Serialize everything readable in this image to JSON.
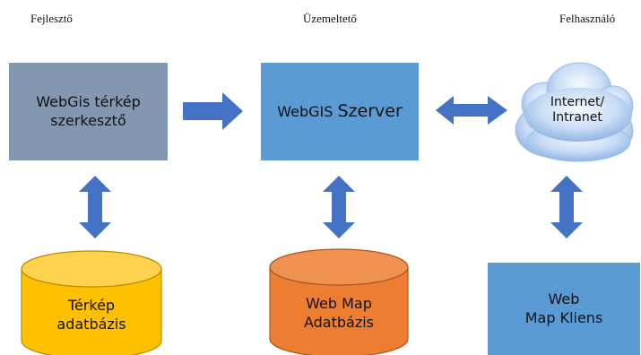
{
  "roles": {
    "developer": "Fejlesztő",
    "operator": "Üzemeltető",
    "user": "Felhasználó"
  },
  "nodes": {
    "editor": {
      "line1": "WebGis térkép",
      "line2": "szerkesztő",
      "color": "#8497b0"
    },
    "server": {
      "part1": "WebGIS",
      "part2": "Szerver",
      "color": "#5b9bd5"
    },
    "cloud": {
      "line1": "Internet/",
      "line2": "Intranet",
      "color": "#a9c8ee"
    },
    "map_db": {
      "line1": "Térkép",
      "line2": "adatbázis",
      "color": "#ffc000"
    },
    "webmap_db": {
      "line1": "Web Map",
      "line2": "Adatbázis",
      "color": "#ed7d31"
    },
    "client": {
      "line1": "Web",
      "line2": "Map Kliens",
      "color": "#5b9bd5"
    }
  },
  "connections": [
    {
      "from": "editor",
      "to": "server",
      "type": "one-way"
    },
    {
      "from": "server",
      "to": "cloud",
      "type": "two-way"
    },
    {
      "from": "editor",
      "to": "map_db",
      "type": "two-way"
    },
    {
      "from": "server",
      "to": "webmap_db",
      "type": "two-way"
    },
    {
      "from": "cloud",
      "to": "client",
      "type": "two-way"
    }
  ],
  "arrow_color": "#4472c4"
}
